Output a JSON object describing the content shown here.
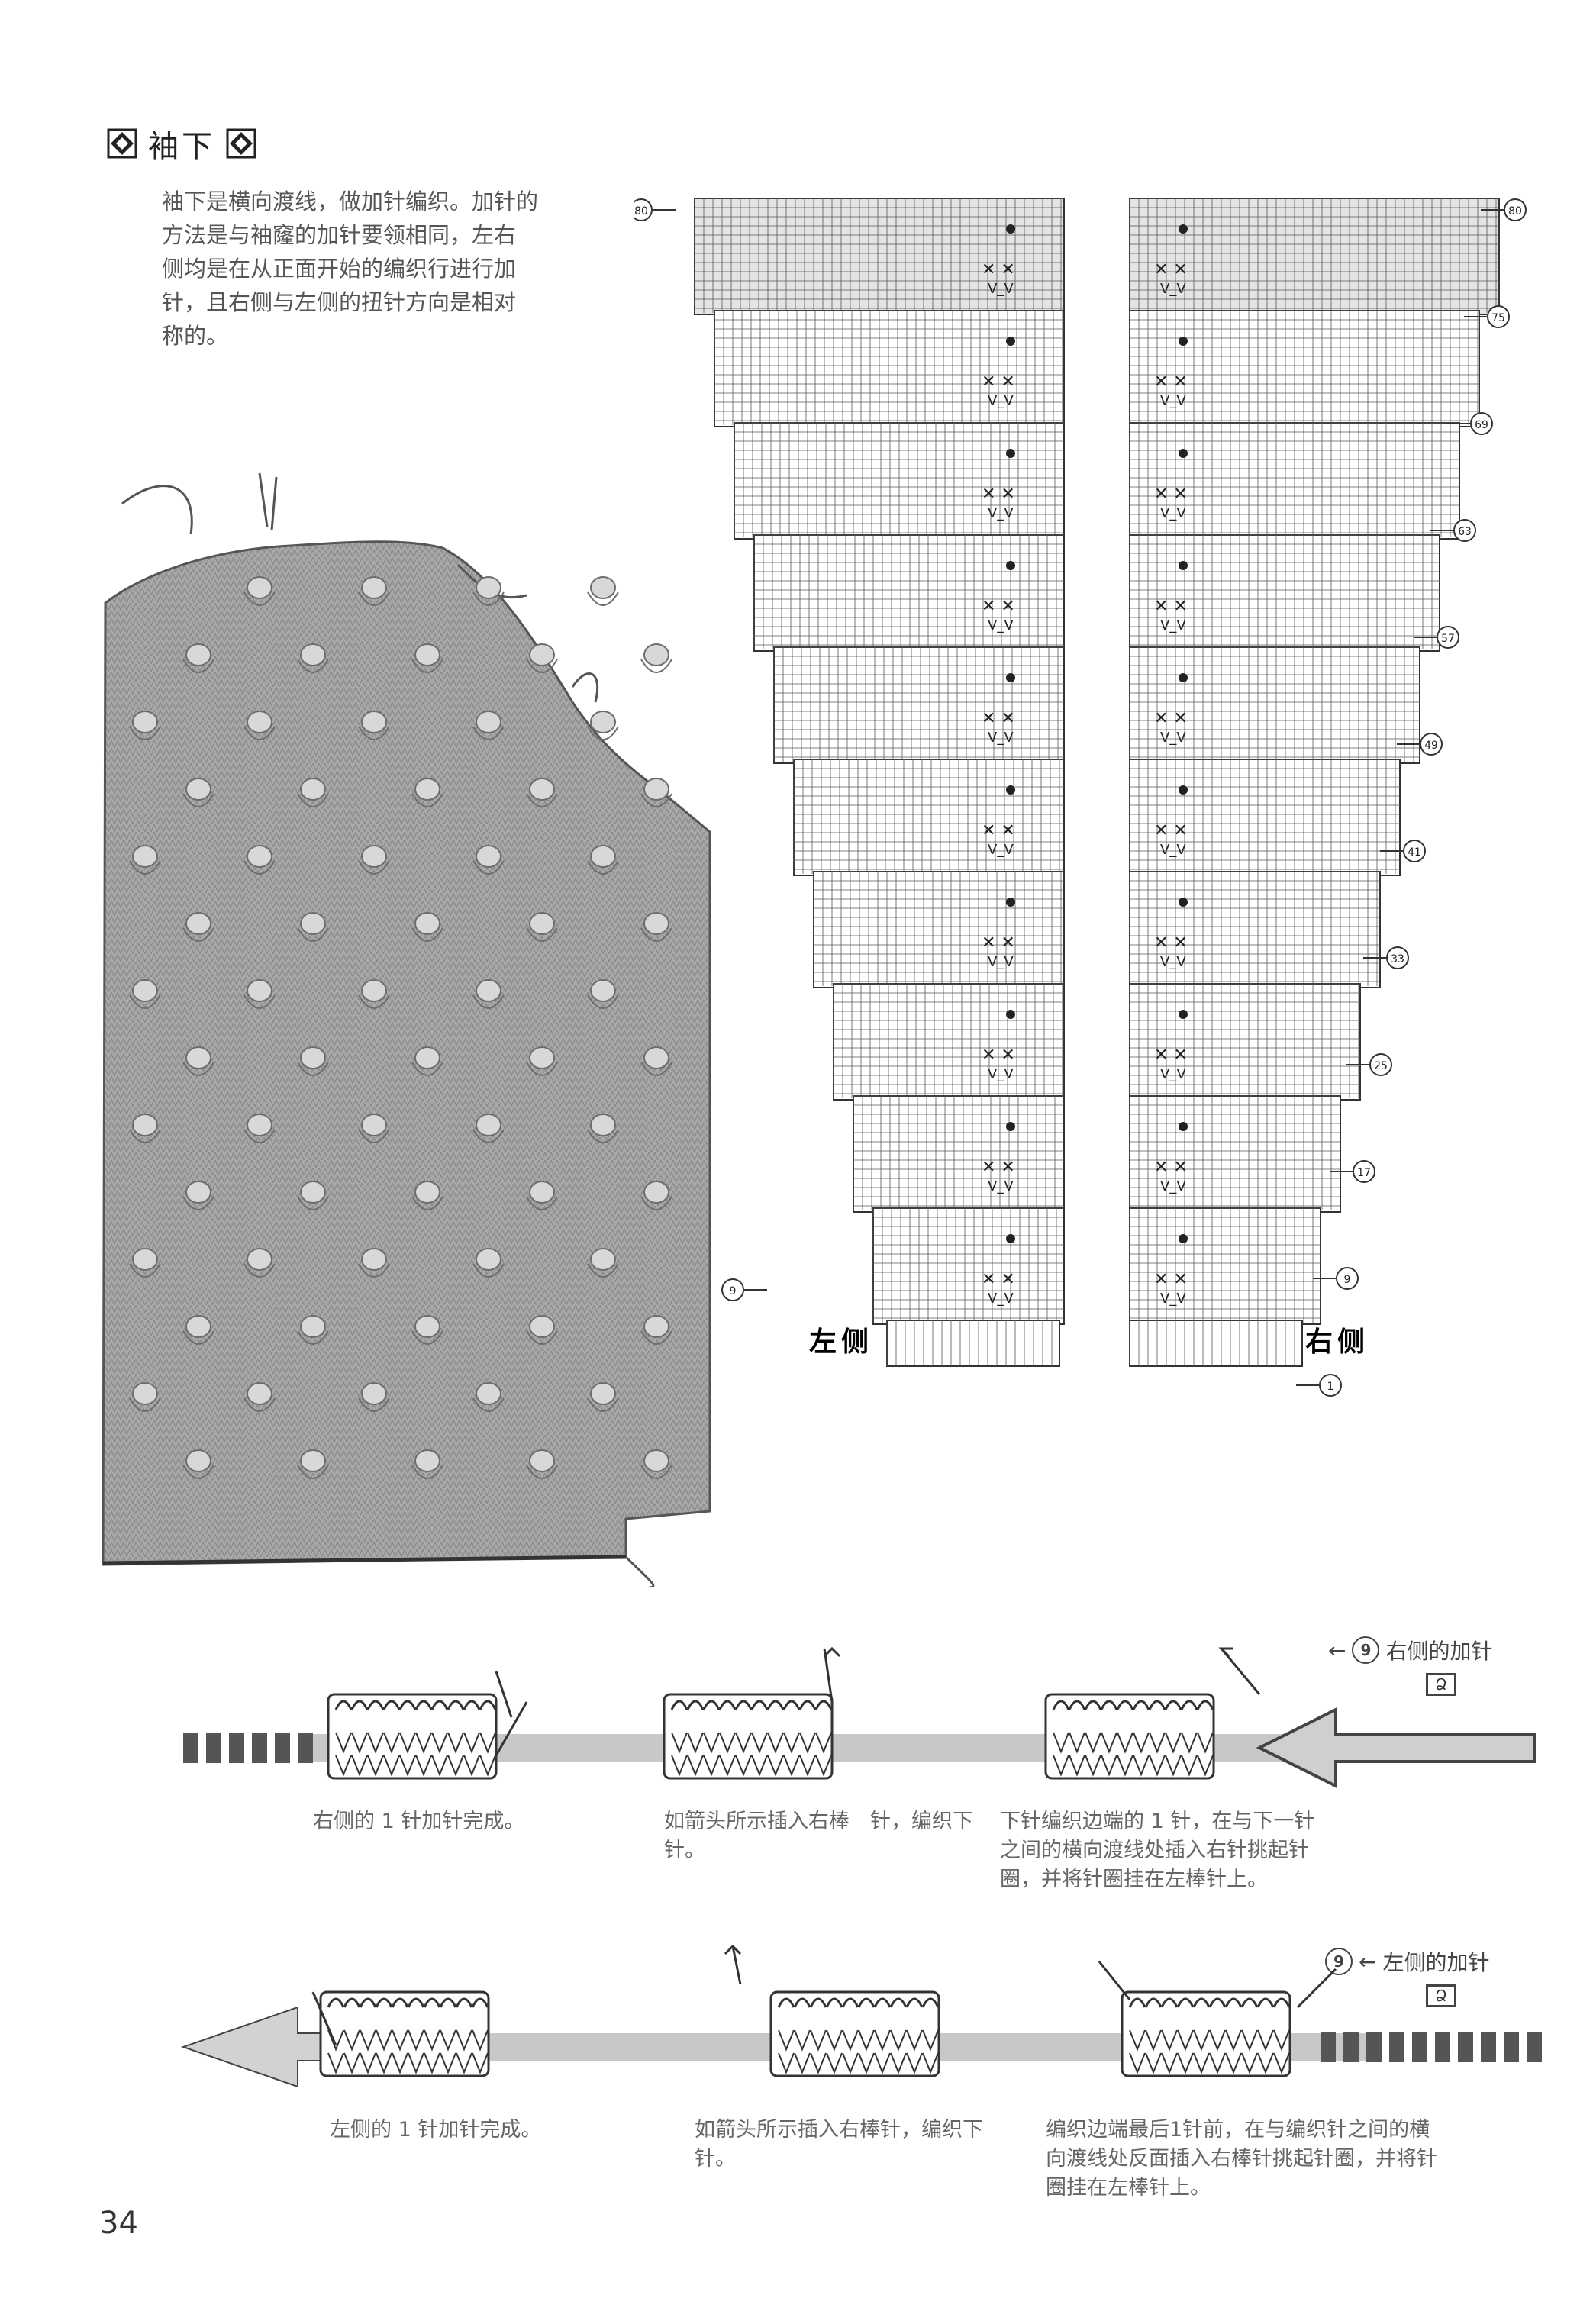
{
  "section": {
    "title": "袖下",
    "icon": "diamond-icon"
  },
  "intro_lines": [
    "袖下是横向渡线，做加针编织。加针的",
    "方法是与袖窿的加针要领相同，左右",
    "侧均是在从正面开始的编织行进行加",
    "针，且右侧与左侧的扭针方向是相对",
    "称的。"
  ],
  "chart": {
    "left_label": "左侧",
    "right_label": "右侧",
    "row_markers_right": [
      "80",
      "75",
      "69",
      "63",
      "57",
      "49",
      "41",
      "33",
      "25",
      "17",
      "9",
      "1"
    ],
    "row_markers_left": [
      "80",
      "9"
    ]
  },
  "right_increase": {
    "title": "右侧的加针",
    "num": "9",
    "arrow": "←",
    "symbol": "Ձ",
    "captions": [
      "右侧的 1 针加针完成。",
      "如箭头所示插入右棒　针，编织下针。",
      "下针编织边端的 1 针，在与下一针之间的横向渡线处插入右针挑起针圈，并将针圈挂在左棒针上。"
    ]
  },
  "left_increase": {
    "title": "左侧的加针",
    "num": "9",
    "arrow": "←",
    "symbol": "Ձ",
    "captions": [
      "左侧的 1 针加针完成。",
      "如箭头所示插入右棒针，编织下针。",
      "编织边端最后1针前，在与编织针之间的横向渡线处反面插入右棒针挑起针圈，并将针圈挂在左棒针上。"
    ]
  },
  "page_number": "34",
  "colors": {
    "grid_fill": "#e4e4e4",
    "arrow_gray": "#bdbdbd",
    "knit_gray": "#9a9a9a",
    "ink": "#333333"
  }
}
